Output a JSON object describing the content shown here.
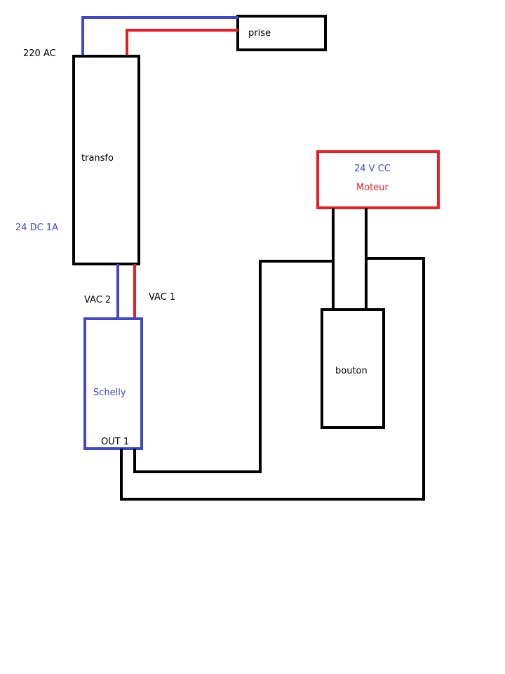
{
  "colors": {
    "black": "#000000",
    "blue": "#3f48cc",
    "red": "#ed1c24"
  },
  "labels": {
    "prise": "prise",
    "ac_in": "220 AC",
    "transfo": "transfo",
    "dc_out": "24 DC 1A",
    "motor_voltage": "24 V CC",
    "motor": "Moteur",
    "vac2": "VAC 2",
    "vac1": "VAC 1",
    "schelly": "Schelly",
    "out1": "OUT 1",
    "bouton": "bouton"
  }
}
